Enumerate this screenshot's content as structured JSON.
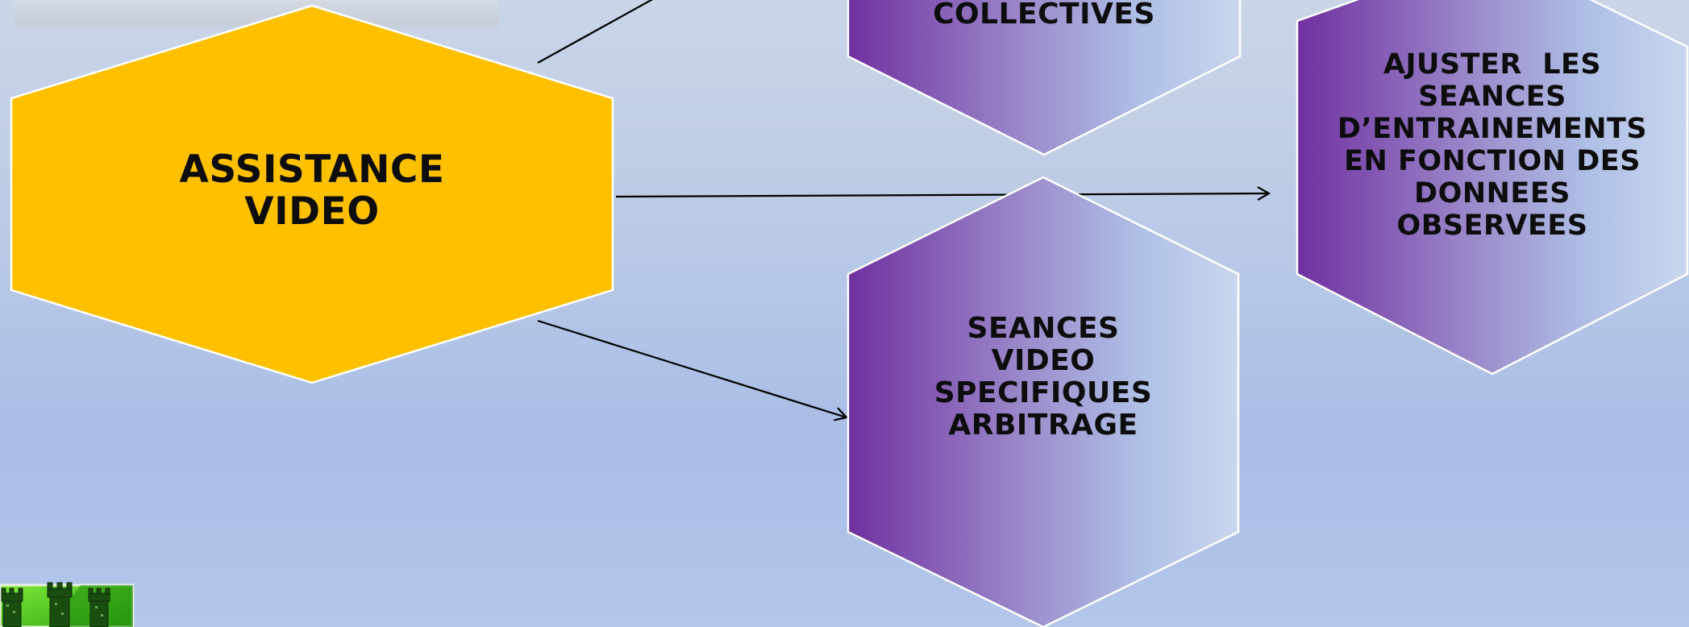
{
  "diagram": {
    "nodes": [
      {
        "id": "assistance",
        "lines": [
          "ASSISTANCE",
          "VIDEO"
        ],
        "fill": "#FFC000"
      },
      {
        "id": "collectives",
        "lines": [
          "COLLECTIVES"
        ],
        "fill_from": "#7030A0",
        "fill_to": "#C8D4EE"
      },
      {
        "id": "seances",
        "lines": [
          "SEANCES",
          "VIDEO",
          "SPECIFIQUES",
          "ARBITRAGE"
        ],
        "fill_from": "#7030A0",
        "fill_to": "#C8D4EE"
      },
      {
        "id": "ajuster",
        "lines": [
          "AJUSTER  LES",
          "SEANCES",
          "D’ENTRAINEMENTS",
          "EN FONCTION DES",
          "DONNEES",
          "OBSERVEES"
        ],
        "fill_from": "#7030A0",
        "fill_to": "#C8D4EE"
      }
    ],
    "edges": [
      {
        "from": "assistance",
        "to": "collectives"
      },
      {
        "from": "assistance",
        "to": "ajuster"
      },
      {
        "from": "assistance",
        "to": "seances"
      }
    ]
  },
  "colors": {
    "background": "#B4C6EA",
    "text": "#0D0D0D",
    "arrow": "#000000",
    "hex_border": "#FFFFFF"
  },
  "logo": {
    "icon": "castle-towers-emblem-icon",
    "color": "#4CC21C"
  }
}
